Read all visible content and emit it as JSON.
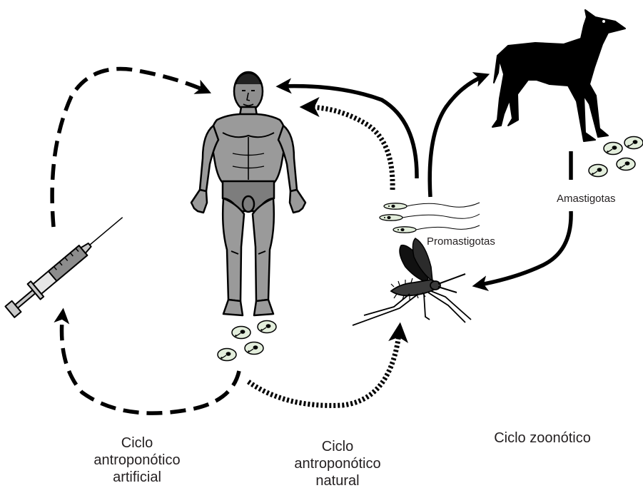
{
  "labels": {
    "promastigotas": "Promastigotas",
    "amastigotas": "Amastigotas"
  },
  "captions": {
    "artificial": [
      "Ciclo",
      "antroponótico",
      "artificial"
    ],
    "natural": [
      "Ciclo",
      "antroponótico",
      "natural"
    ],
    "zoonotic": "Ciclo zoonótico"
  },
  "colors": {
    "ink": "#000000",
    "human_fill": "#9a9a9a",
    "cell_fill": "#e3eedc",
    "syringe_fill": "#c8c8c8"
  },
  "icons": {
    "human": "human-figure-icon",
    "dog": "dog-silhouette-icon",
    "sandfly": "sandfly-icon",
    "syringe": "syringe-icon",
    "parasite": "amastigote-cell-icon"
  }
}
